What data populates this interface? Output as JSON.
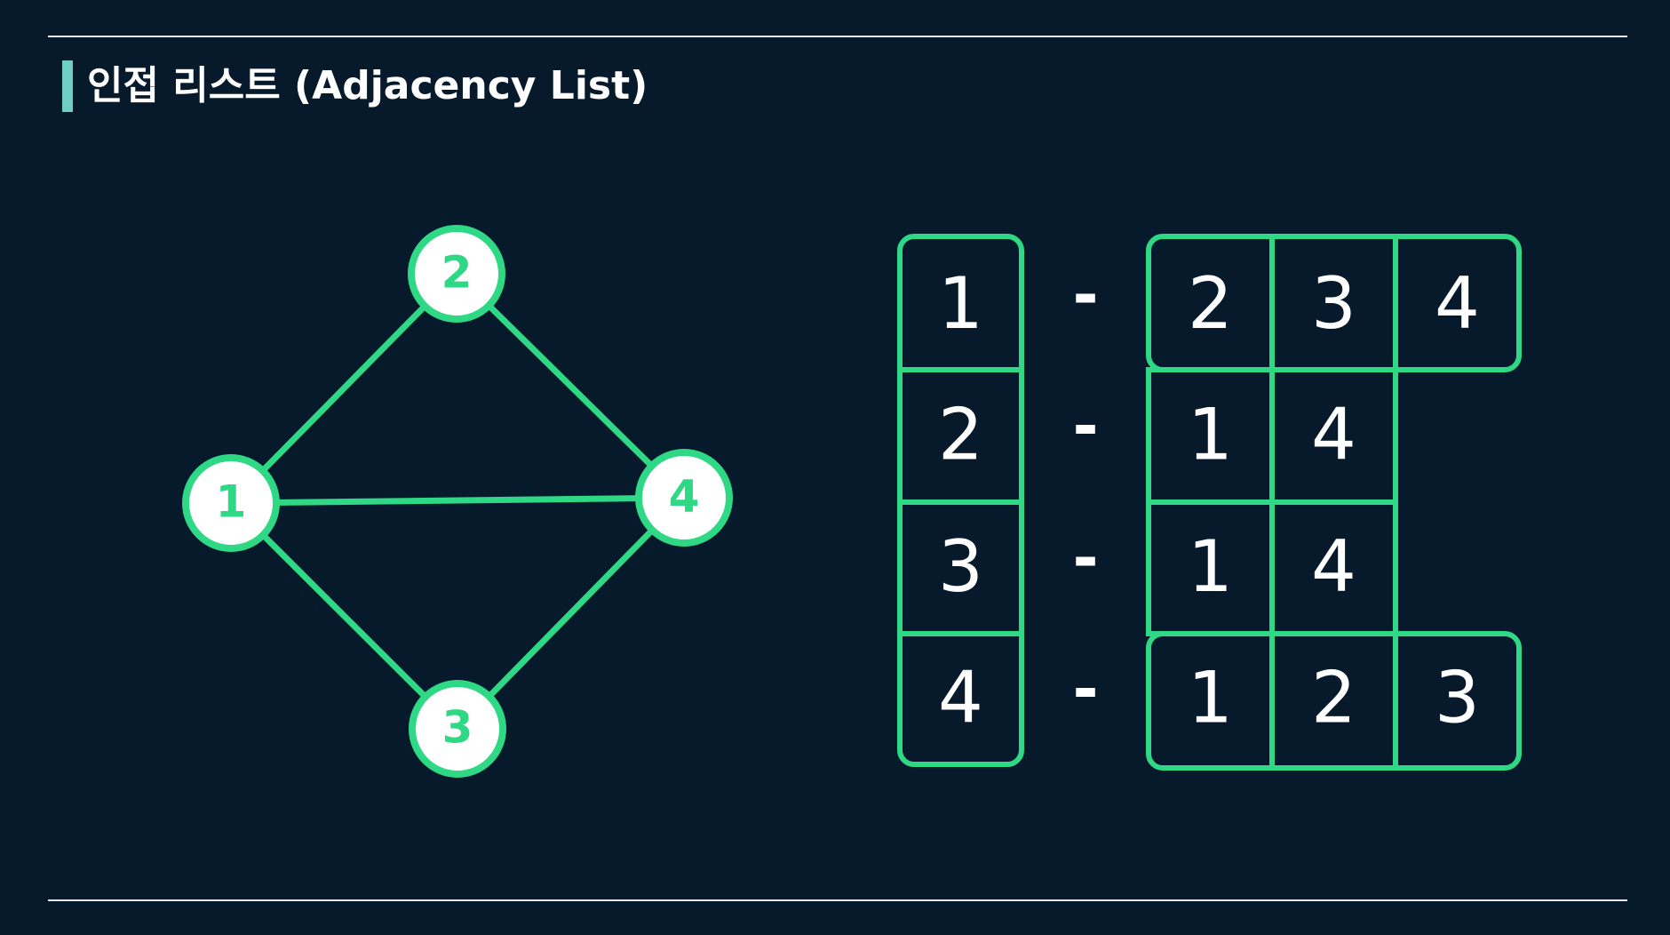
{
  "title": "인접 리스트 (Adjacency List)",
  "colors": {
    "background": "#071a2c",
    "accent": "#2fd884",
    "text": "#ffffff",
    "title_marker": "#6fcfc4"
  },
  "graph": {
    "nodes": [
      "1",
      "2",
      "3",
      "4"
    ],
    "edges": [
      [
        "1",
        "2"
      ],
      [
        "1",
        "3"
      ],
      [
        "1",
        "4"
      ],
      [
        "2",
        "4"
      ],
      [
        "3",
        "4"
      ]
    ]
  },
  "adjacency_list": {
    "separator": "-",
    "rows": [
      {
        "vertex": "1",
        "neighbors": [
          "2",
          "3",
          "4"
        ]
      },
      {
        "vertex": "2",
        "neighbors": [
          "1",
          "4"
        ]
      },
      {
        "vertex": "3",
        "neighbors": [
          "1",
          "4"
        ]
      },
      {
        "vertex": "4",
        "neighbors": [
          "1",
          "2",
          "3"
        ]
      }
    ]
  }
}
